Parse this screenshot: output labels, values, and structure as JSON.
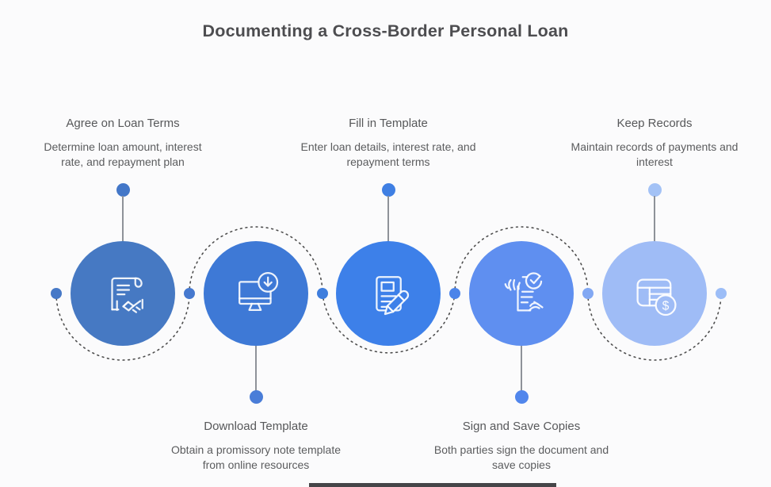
{
  "title": "Documenting a Cross-Border Personal Loan",
  "steps": [
    {
      "heading": "Agree on Loan Terms",
      "description": "Determine loan amount, interest rate, and repayment plan",
      "label_position": "top",
      "circle_color": "#4679c3",
      "dot_color": "#4377c8",
      "icon": "document-handshake-icon"
    },
    {
      "heading": "Download Template",
      "description": "Obtain a promissory note template from online resources",
      "label_position": "bottom",
      "circle_color": "#3e79d6",
      "dot_color": "#4a7dd8",
      "icon": "monitor-download-icon"
    },
    {
      "heading": "Fill in Template",
      "description": "Enter loan details, interest rate, and repayment terms",
      "label_position": "top",
      "circle_color": "#3d80e9",
      "dot_color": "#3f7fe3",
      "icon": "document-pencil-icon"
    },
    {
      "heading": "Sign and Save Copies",
      "description": "Both parties sign the document and save copies",
      "label_position": "bottom",
      "circle_color": "#5f8ff0",
      "dot_color": "#5186ec",
      "icon": "hands-sign-check-icon"
    },
    {
      "heading": "Keep Records",
      "description": "Maintain records of payments and interest",
      "label_position": "top",
      "circle_color": "#9fbcf6",
      "dot_color": "#a3c2f6",
      "icon": "ledger-dollar-icon"
    }
  ],
  "connector": {
    "dot_colors": [
      "#4779c7",
      "#4679cf",
      "#3f7edd",
      "#4c84e9",
      "#82a8f3",
      "#9cbdf7"
    ],
    "dash_color": "#4e4e4e"
  },
  "icons": {
    "dollar_sign": "$"
  },
  "colors": {
    "background": "#fbfbfc",
    "title_text": "#4d4d50",
    "heading_text": "#57585a",
    "description_text": "#5b5c5e",
    "stem_line": "#8e9299"
  }
}
